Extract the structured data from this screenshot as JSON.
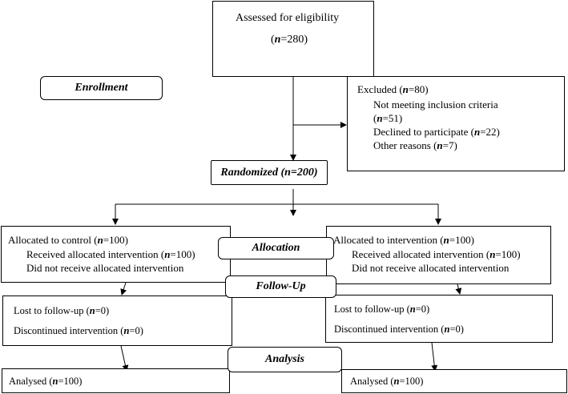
{
  "assessed": {
    "label": "Assessed for eligibility",
    "n_prefix": "(",
    "n_italic": "n",
    "n_value": "=280)"
  },
  "stages": {
    "enrollment": "Enrollment",
    "randomized": "Randomized (n=200)",
    "allocation": "Allocation",
    "followup": "Follow-Up",
    "analysis": "Analysis"
  },
  "excluded": {
    "title_pre": "Excluded (",
    "title_n": "n",
    "title_post": "=80)",
    "items": [
      {
        "pre": "Not meeting inclusion criteria",
        "n": "",
        "post": ""
      },
      {
        "pre": "(",
        "n": "n",
        "post": "=51)"
      },
      {
        "pre": "Declined to participate (",
        "n": "n",
        "post": "=22)"
      },
      {
        "pre": "Other reasons (",
        "n": "n",
        "post": "=7)"
      }
    ]
  },
  "control": {
    "allocated": {
      "pre": "Allocated to control (",
      "n": "n",
      "post": "=100)"
    },
    "received": {
      "pre": "Received allocated intervention (",
      "n": "n",
      "post": "=100)"
    },
    "not_received": "Did not receive allocated intervention",
    "lost": {
      "pre": "Lost to follow-up (",
      "n": "n",
      "post": "=0)"
    },
    "discontinued": {
      "pre": "Discontinued intervention (",
      "n": "n",
      "post": "=0)"
    },
    "analysed": {
      "pre": "Analysed (",
      "n": "n",
      "post": "=100)"
    }
  },
  "intervention": {
    "allocated": {
      "pre": "Allocated to intervention (",
      "n": "n",
      "post": "=100)"
    },
    "received": {
      "pre": "Received allocated intervention (",
      "n": "n",
      "post": "=100)"
    },
    "not_received": "Did not receive allocated intervention",
    "lost": {
      "pre": "Lost to follow-up (",
      "n": "n",
      "post": "=0)"
    },
    "discontinued": {
      "pre": "Discontinued intervention (",
      "n": "n",
      "post": "=0)"
    },
    "analysed": {
      "pre": "Analysed (",
      "n": "n",
      "post": "=100)"
    }
  }
}
